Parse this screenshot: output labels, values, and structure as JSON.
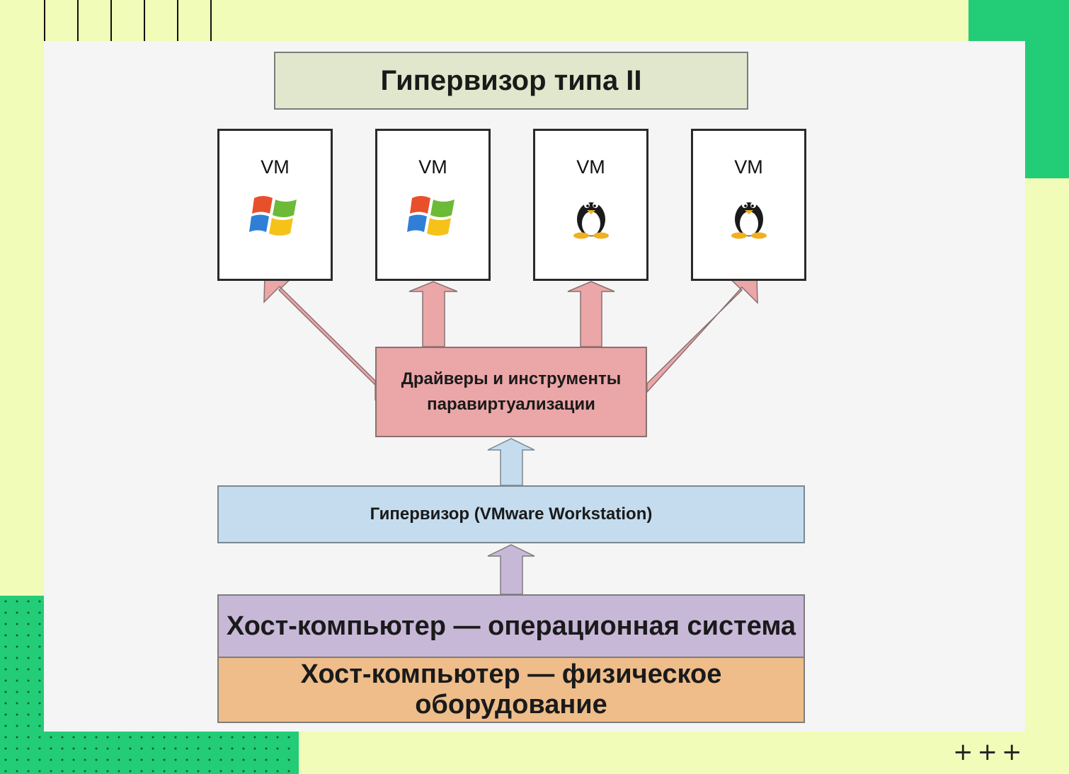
{
  "title": "Гипервизор типа II",
  "vms": [
    {
      "label": "VM",
      "os_icon": "windows-logo-icon"
    },
    {
      "label": "VM",
      "os_icon": "windows-logo-icon"
    },
    {
      "label": "VM",
      "os_icon": "linux-tux-icon"
    },
    {
      "label": "VM",
      "os_icon": "linux-tux-icon"
    }
  ],
  "drivers_label": "Драйверы и инструменты паравиртуализации",
  "hypervisor_label": "Гипервизор (VMware Workstation)",
  "host_os_label": "Хост-компьютер — операционная система",
  "host_hw_label": "Хост-компьютер — физическое оборудование",
  "colors": {
    "title_bg": "#e1e7cc",
    "drivers_bg": "#eba6a8",
    "hypervisor_bg": "#c4dcee",
    "host_os_bg": "#c8b8d8",
    "host_hw_bg": "#eebd8a",
    "accent_green": "#23cc77",
    "page_bg": "#f1fcb8"
  }
}
